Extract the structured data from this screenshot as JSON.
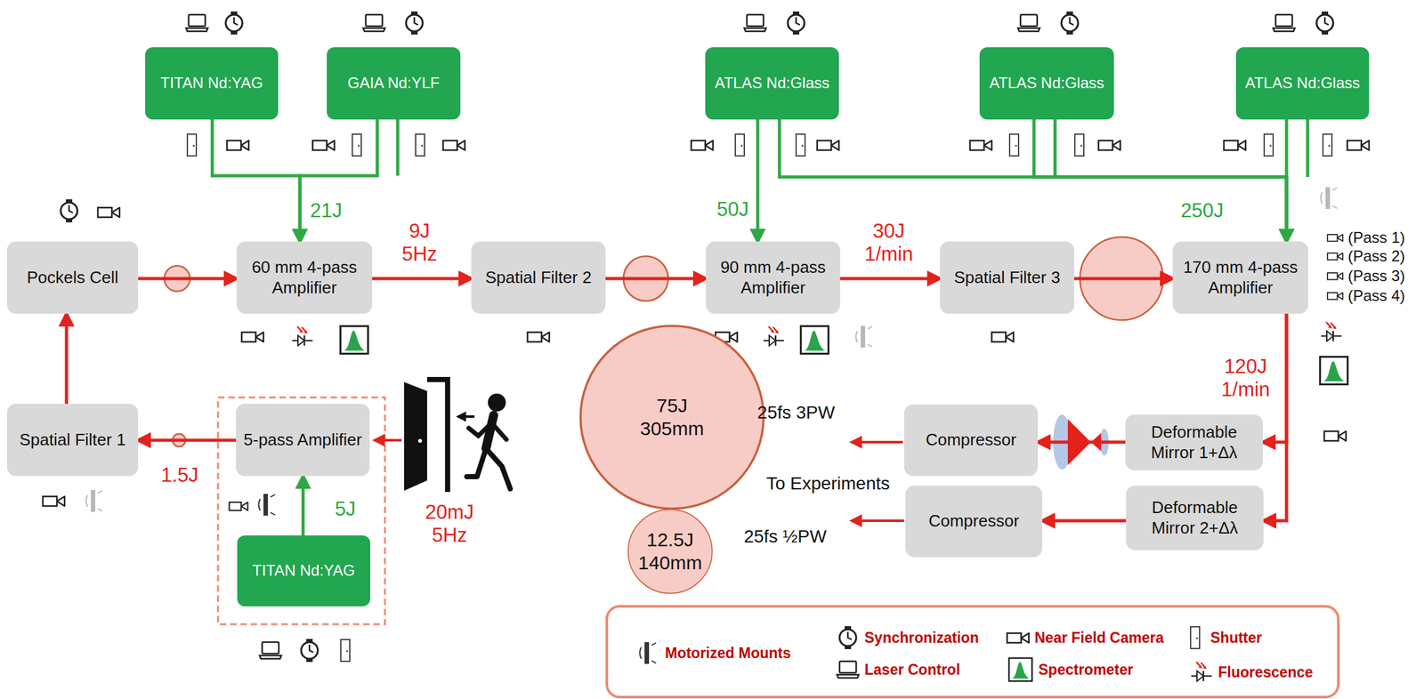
{
  "diagram": {
    "nodes": [
      {
        "text": [
          "TITAN Nd:YAG"
        ]
      },
      {
        "text": [
          "GAIA Nd:YLF"
        ]
      },
      {
        "text": [
          "ATLAS Nd:Glass"
        ]
      },
      {
        "text": [
          "ATLAS Nd:Glass"
        ]
      },
      {
        "text": [
          "ATLAS Nd:Glass"
        ]
      },
      {
        "text": [
          "Pockels Cell"
        ]
      },
      {
        "text": [
          "60 mm 4-pass Amplifier"
        ]
      },
      {
        "text": [
          "Spatial Filter 2"
        ]
      },
      {
        "text": [
          "90 mm 4-pass Amplifier"
        ]
      },
      {
        "text": [
          "Spatial Filter 3"
        ]
      },
      {
        "text": [
          "170 mm 4-pass Amplifier"
        ]
      },
      {
        "text": [
          "75J 305mm"
        ]
      },
      {
        "text": [
          "12.5J 140mm"
        ]
      },
      {
        "text": [
          "Spatial Filter 1"
        ]
      },
      {
        "text": [
          "5-pass Amplifier"
        ]
      },
      {
        "text": [
          "Compressor"
        ]
      },
      {
        "text": [
          "Deformable Mirror 1+Δλ"
        ]
      },
      {
        "text": [
          "Compressor"
        ]
      },
      {
        "text": [
          "Deformable Mirror 2+Δλ"
        ]
      },
      {
        "text": [
          "TITAN Nd:YAG"
        ]
      }
    ],
    "edges": [
      {
        "from": 0,
        "to": 6,
        "label": "21J",
        "arrow": "to"
      },
      {
        "from": 1,
        "to": 6,
        "arrow": "to"
      },
      {
        "from": 2,
        "to": 8,
        "label": "50J",
        "arrow": "to"
      },
      {
        "from": 2,
        "to": 10,
        "label": "250J",
        "arrow": "to"
      },
      {
        "from": 3,
        "to": 10,
        "arrow": "to"
      },
      {
        "from": 4,
        "to": 10,
        "arrow": "to"
      },
      {
        "from": 5,
        "to": 6,
        "arrow": "to"
      },
      {
        "from": 6,
        "to": 7,
        "label": "9J 5Hz",
        "arrow": "to"
      },
      {
        "from": 7,
        "to": 8,
        "arrow": "to"
      },
      {
        "from": 8,
        "to": 9,
        "label": "30J 1/min",
        "arrow": "to"
      },
      {
        "from": 9,
        "to": 10,
        "arrow": "to"
      },
      {
        "from": 10,
        "to": 16,
        "label": "120J 1/min",
        "arrow": "to"
      },
      {
        "from": 10,
        "to": 18,
        "arrow": "to"
      },
      {
        "from": 16,
        "to": 15,
        "arrow": "to"
      },
      {
        "from": 18,
        "to": 17,
        "arrow": "to"
      },
      {
        "from": 19,
        "to": 14,
        "label": "5J",
        "arrow": "to"
      },
      {
        "from": 14,
        "to": 13,
        "label": "1.5J",
        "arrow": "to"
      },
      {
        "from": 13,
        "to": 5,
        "arrow": "to"
      }
    ],
    "labels": [
      "(Pass 1)",
      "(Pass 2)",
      "(Pass 3)",
      "(Pass 4)",
      "25fs 3PW",
      "To Experiments",
      "25fs ½PW",
      "20mJ 5Hz"
    ],
    "legend": [
      {
        "text": "Motorized Mounts"
      },
      {
        "text": "Synchronization"
      },
      {
        "text": "Laser Control"
      },
      {
        "text": "Near Field Camera"
      },
      {
        "text": "Spectrometer"
      },
      {
        "text": "Shutter"
      },
      {
        "text": "Fluorescence"
      }
    ]
  }
}
